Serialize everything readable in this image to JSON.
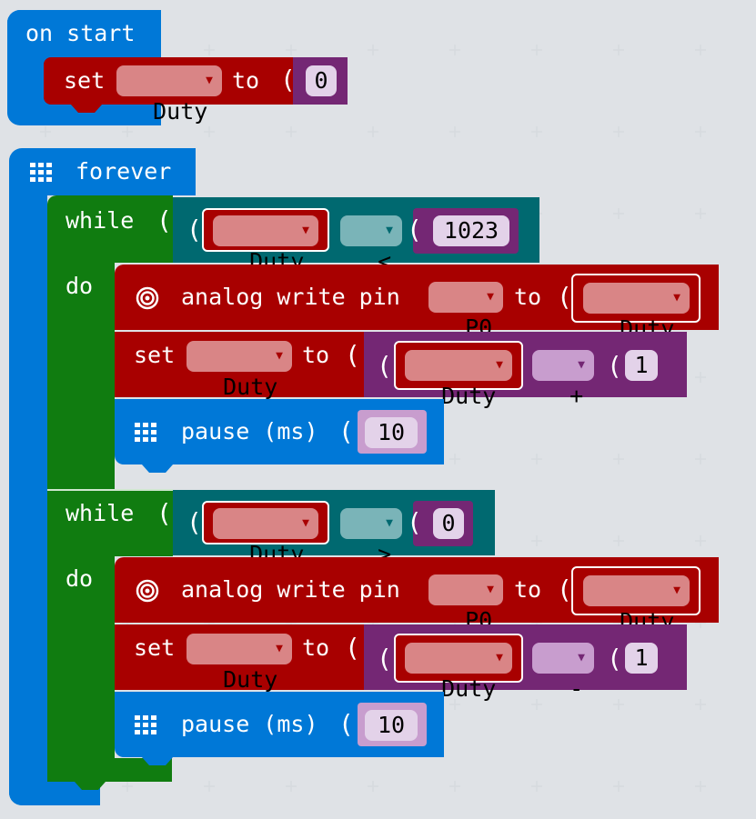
{
  "colors": {
    "event": "#0078d7",
    "loop": "#107c10",
    "variable": "#a80000",
    "math": "#742774",
    "logic": "#006970",
    "pill_variable": "#d98586",
    "pill_logic": "#7ab4b8",
    "pill_math": "#c89dce",
    "number": "#e3d2e9"
  },
  "on_start": {
    "label": "on start",
    "set_block": {
      "set": "set",
      "variable": "Duty",
      "to": "to",
      "value": "0"
    }
  },
  "forever": {
    "icon": "grid-icon",
    "label": "forever",
    "loop1": {
      "while": "while",
      "do": "do",
      "condition": {
        "variable": "Duty",
        "operator": "<",
        "value": "1023"
      },
      "analog": {
        "icon": "pin-icon",
        "label": "analog write pin",
        "pin": "P0",
        "to": "to",
        "variable": "Duty"
      },
      "set": {
        "set": "set",
        "variable": "Duty",
        "to": "to",
        "operand": "Duty",
        "operator": "+",
        "value": "1"
      },
      "pause": {
        "icon": "grid-icon",
        "label": "pause (ms)",
        "value": "10"
      }
    },
    "loop2": {
      "while": "while",
      "do": "do",
      "condition": {
        "variable": "Duty",
        "operator": ">",
        "value": "0"
      },
      "analog": {
        "icon": "pin-icon",
        "label": "analog write pin",
        "pin": "P0",
        "to": "to",
        "variable": "Duty"
      },
      "set": {
        "set": "set",
        "variable": "Duty",
        "to": "to",
        "operand": "Duty",
        "operator": "-",
        "value": "1"
      },
      "pause": {
        "icon": "grid-icon",
        "label": "pause (ms)",
        "value": "10"
      }
    }
  }
}
